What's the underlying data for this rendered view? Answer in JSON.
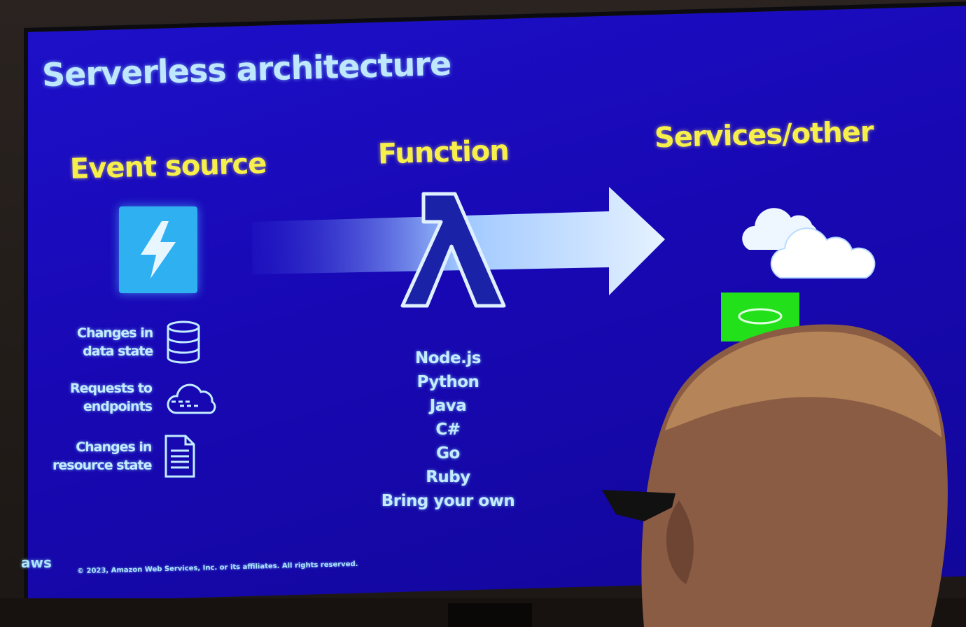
{
  "slide": {
    "title": "Serverless architecture",
    "event_source": {
      "heading": "Event source",
      "icon": "lightning-bolt-icon",
      "items": [
        {
          "label_line1": "Changes in",
          "label_line2": "data state",
          "icon": "database-icon"
        },
        {
          "label_line1": "Requests to",
          "label_line2": "endpoints",
          "icon": "cloud-icon"
        },
        {
          "label_line1": "Changes in",
          "label_line2": "resource state",
          "icon": "document-icon"
        }
      ]
    },
    "function": {
      "heading": "Function",
      "icon": "lambda-icon",
      "languages": [
        "Node.js",
        "Python",
        "Java",
        "C#",
        "Go",
        "Ruby",
        "Bring your own"
      ]
    },
    "services": {
      "heading": "Services/other",
      "icons": [
        "clouds-icon",
        "database-service-icon"
      ]
    },
    "footer": {
      "logo": "aws",
      "copyright": "© 2023, Amazon Web Services, Inc. or its affiliates. All rights reserved."
    },
    "colors": {
      "background": "#1a0bbf",
      "heading": "#f7f04a",
      "text": "#c2ecff",
      "event_icon": "#2fb0f0",
      "db_service": "#22e01a"
    }
  }
}
